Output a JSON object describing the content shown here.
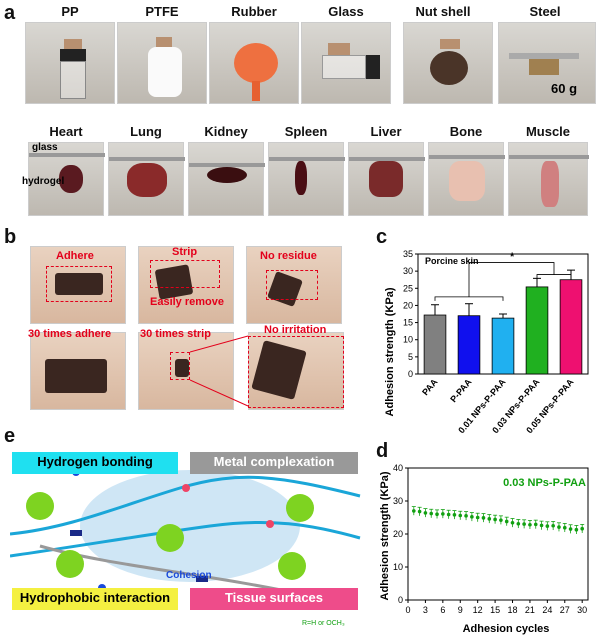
{
  "panels": {
    "a": "a",
    "b": "b",
    "c": "c",
    "d": "d",
    "e": "e"
  },
  "panel_a": {
    "row1_labels": [
      "PP",
      "PTFE",
      "Rubber",
      "Glass",
      "Nut shell",
      "Steel"
    ],
    "weight": "60 g",
    "row2_labels": [
      "Heart",
      "Lung",
      "Kidney",
      "Spleen",
      "Liver",
      "Bone",
      "Muscle"
    ],
    "glass_label": "glass",
    "hydrogel_label": "hydrogel"
  },
  "panel_b": {
    "adhere": "Adhere",
    "strip": "Strip",
    "easily_remove": "Easily remove",
    "no_residue": "No residue",
    "times_adhere": "30 times adhere",
    "times_strip": "30 times strip",
    "no_irritation": "No irritation"
  },
  "panel_e": {
    "hydrogen": "Hydrogen bonding",
    "metal": "Metal complexation",
    "hydrophobic": "Hydrophobic interaction",
    "tissue": "Tissue surfaces",
    "cohesion": "Cohesion",
    "r_note": "R=H or OCH₃"
  },
  "chart_data": [
    {
      "type": "bar",
      "ylabel": "Adhesion strength (KPa)",
      "annotation": "Porcine skin",
      "significance": "*",
      "categories": [
        "PAA",
        "P-PAA",
        "0.01 NPs-P-PAA",
        "0.03 NPs-P-PAA",
        "0.05 NPs-P-PAA"
      ],
      "values": [
        17.2,
        17.0,
        16.3,
        25.4,
        27.5
      ],
      "errors": [
        3.0,
        3.5,
        1.2,
        2.5,
        2.8
      ],
      "colors": [
        "#808080",
        "#1010ee",
        "#20b0f0",
        "#20b020",
        "#ee1070"
      ],
      "ylim": [
        0,
        35
      ],
      "yticks": [
        0,
        5,
        10,
        15,
        20,
        25,
        30,
        35
      ]
    },
    {
      "type": "scatter",
      "title": "0.03 NPs-P-PAA",
      "xlabel": "Adhesion cycles",
      "ylabel": "Adhesion strength (KPa)",
      "x": [
        1,
        2,
        3,
        4,
        5,
        6,
        7,
        8,
        9,
        10,
        11,
        12,
        13,
        14,
        15,
        16,
        17,
        18,
        19,
        20,
        21,
        22,
        23,
        24,
        25,
        26,
        27,
        28,
        29,
        30
      ],
      "y": [
        27.0,
        26.8,
        26.4,
        26.2,
        26.0,
        26.1,
        25.9,
        25.8,
        25.6,
        25.5,
        25.2,
        25.0,
        24.9,
        24.6,
        24.4,
        24.2,
        23.8,
        23.4,
        23.1,
        23.0,
        22.8,
        22.9,
        22.6,
        22.4,
        22.5,
        22.1,
        21.9,
        21.5,
        21.3,
        21.6
      ],
      "error": 1.3,
      "color": "#11a011",
      "xlim": [
        0,
        31
      ],
      "ylim": [
        0,
        40
      ],
      "xticks": [
        0,
        3,
        6,
        9,
        12,
        15,
        18,
        21,
        24,
        27,
        30
      ],
      "yticks": [
        0,
        10,
        20,
        30,
        40
      ]
    }
  ]
}
